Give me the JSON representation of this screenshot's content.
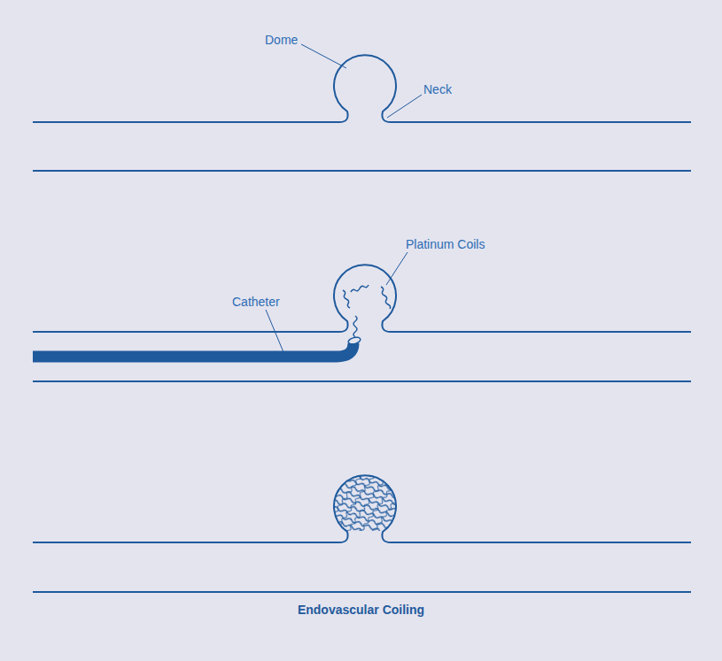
{
  "diagram": {
    "caption": "Endovascular Coiling",
    "labels": [
      "Dome",
      "Neck",
      "Platinum Coils",
      "Catheter"
    ]
  }
}
